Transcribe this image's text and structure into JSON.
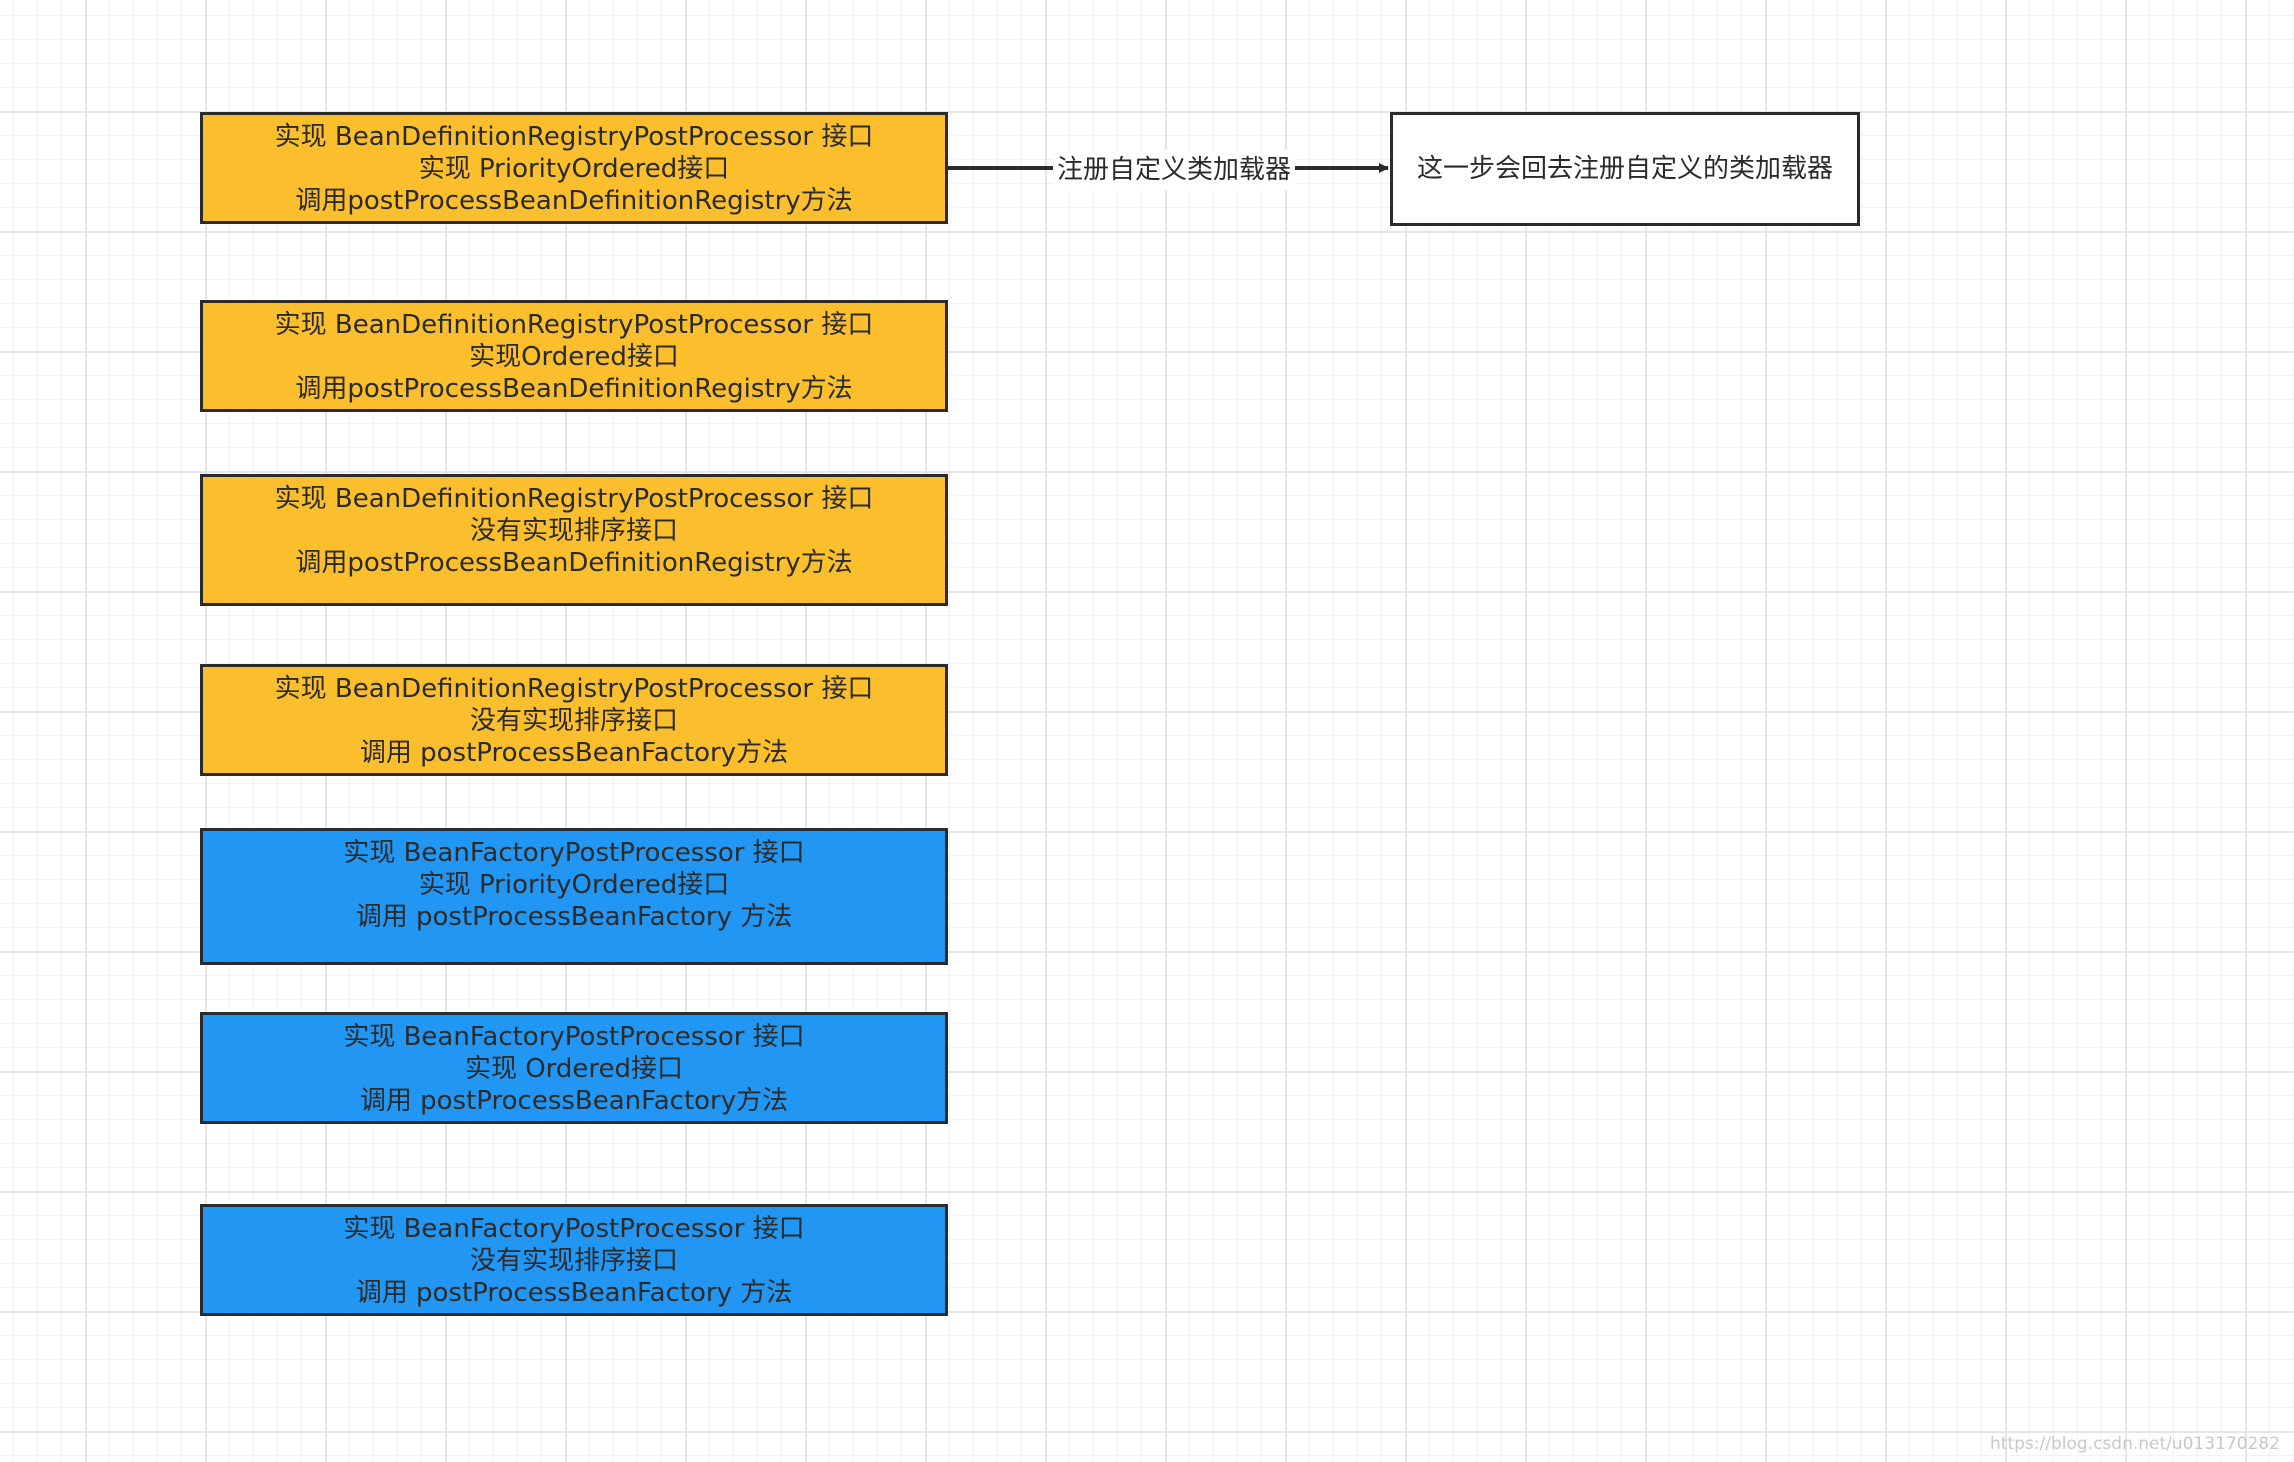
{
  "colors": {
    "yellow": "#fbbf2d",
    "blue": "#2196f3",
    "white": "#ffffff",
    "stroke": "#2b2b2b"
  },
  "nodes": [
    {
      "id": "step-1",
      "lines": [
        "实现 BeanDefinitionRegistryPostProcessor 接口",
        "实现 PriorityOrdered接口",
        "调用postProcessBeanDefinitionRegistry方法"
      ]
    },
    {
      "id": "step-2",
      "lines": [
        "实现 BeanDefinitionRegistryPostProcessor 接口",
        "实现Ordered接口",
        "调用postProcessBeanDefinitionRegistry方法"
      ]
    },
    {
      "id": "step-3",
      "lines": [
        "实现 BeanDefinitionRegistryPostProcessor 接口",
        "没有实现排序接口",
        "调用postProcessBeanDefinitionRegistry方法"
      ]
    },
    {
      "id": "step-4",
      "lines": [
        "实现 BeanDefinitionRegistryPostProcessor 接口",
        "没有实现排序接口",
        "调用 postProcessBeanFactory方法"
      ]
    },
    {
      "id": "step-5",
      "lines": [
        "实现 BeanFactoryPostProcessor 接口",
        "实现 PriorityOrdered接口",
        "调用 postProcessBeanFactory 方法"
      ]
    },
    {
      "id": "step-6",
      "lines": [
        "实现 BeanFactoryPostProcessor 接口",
        "实现 Ordered接口",
        "调用 postProcessBeanFactory方法"
      ]
    },
    {
      "id": "step-7",
      "lines": [
        "实现 BeanFactoryPostProcessor 接口",
        "没有实现排序接口",
        "调用 postProcessBeanFactory 方法"
      ]
    }
  ],
  "note": {
    "text": "这一步会回去注册自定义的类加载器"
  },
  "edge": {
    "label": "注册自定义类加载器"
  },
  "watermark": "https://blog.csdn.net/u013170282"
}
